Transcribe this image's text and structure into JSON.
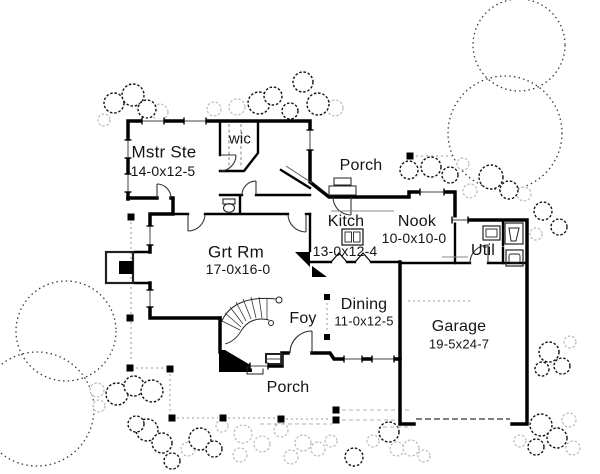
{
  "rooms": {
    "mstr": {
      "name": "Mstr Ste",
      "dim": "14-0x12-5"
    },
    "wic": {
      "name": "wic"
    },
    "porch_top": {
      "name": "Porch"
    },
    "kitch": {
      "name": "Kitch",
      "dim": "13-0x12-4"
    },
    "nook": {
      "name": "Nook",
      "dim": "10-0x10-0"
    },
    "util": {
      "name": "Util"
    },
    "grt": {
      "name": "Grt Rm",
      "dim": "17-0x16-0"
    },
    "foy": {
      "name": "Foy"
    },
    "dining": {
      "name": "Dining",
      "dim": "11-0x12-5"
    },
    "garage": {
      "name": "Garage",
      "dim": "19-5x24-7"
    },
    "porch_bottom": {
      "name": "Porch"
    }
  },
  "colors": {
    "wall": "#000000",
    "text": "#141414",
    "tree_outline": "#3a3a3a",
    "shrub_dark": "#141414",
    "shrub_light": "#b9b9b9",
    "background": "#ffffff"
  }
}
